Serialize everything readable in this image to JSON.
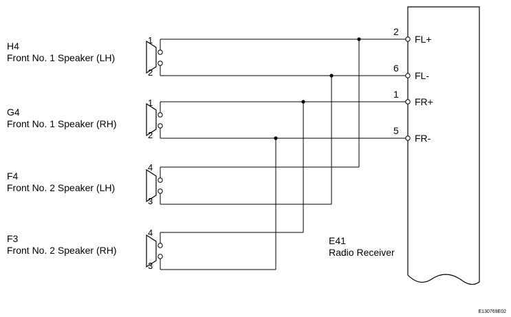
{
  "speakers": [
    {
      "code": "H4",
      "name": "Front No. 1 Speaker (LH)",
      "pin_top": "1",
      "pin_bottom": "2"
    },
    {
      "code": "G4",
      "name": "Front No. 1 Speaker (RH)",
      "pin_top": "1",
      "pin_bottom": "2"
    },
    {
      "code": "F4",
      "name": "Front No. 2 Speaker (LH)",
      "pin_top": "4",
      "pin_bottom": "3"
    },
    {
      "code": "F3",
      "name": "Front No. 2 Speaker (RH)",
      "pin_top": "4",
      "pin_bottom": "3"
    }
  ],
  "receiver": {
    "code": "E41",
    "name": "Radio Receiver",
    "pins": [
      {
        "pin": "2",
        "label": "FL+"
      },
      {
        "pin": "6",
        "label": "FL-"
      },
      {
        "pin": "1",
        "label": "FR+"
      },
      {
        "pin": "5",
        "label": "FR-"
      }
    ]
  },
  "figure_id": "E130769E02"
}
